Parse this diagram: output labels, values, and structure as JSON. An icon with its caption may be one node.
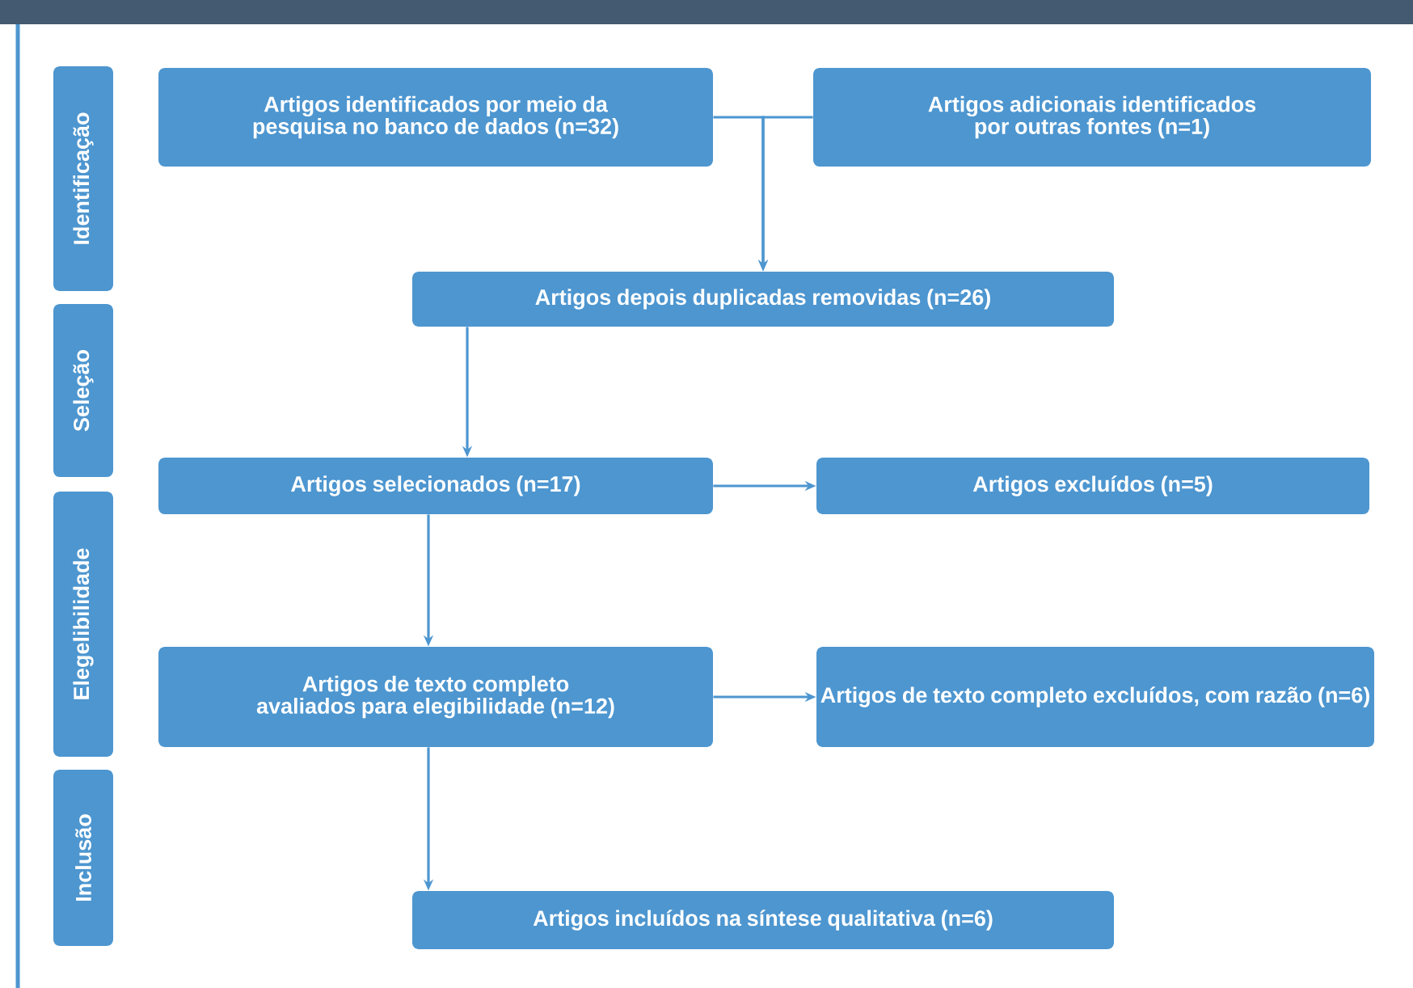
{
  "diagram": {
    "nodes": [
      {
        "text": [
          "Identificação"
        ]
      },
      {
        "text": [
          "Seleção"
        ]
      },
      {
        "text": [
          "Elegelibilidade"
        ]
      },
      {
        "text": [
          "Inclusão"
        ]
      },
      {
        "text": [
          "Artigos identificados por meio da pesquisa no banco de dados (n=32)"
        ]
      },
      {
        "text": [
          "Artigos adicionais identificados por outras fontes (n=1)"
        ]
      },
      {
        "text": [
          "Artigos depois duplicadas removidas (n=26)"
        ]
      },
      {
        "text": [
          "Artigos selecionados (n=17)"
        ]
      },
      {
        "text": [
          "Artigos excluídos (n=5)"
        ]
      },
      {
        "text": [
          "Artigos de texto completo avaliados para elegibilidade (n=12)"
        ]
      },
      {
        "text": [
          "Artigos de texto completo excluídos, com razão (n=6)"
        ]
      },
      {
        "text": [
          "Artigos incluídos na síntese qualitativa (n=6)"
        ]
      }
    ],
    "edges": [
      {
        "from": 4,
        "to": 6,
        "arrow": "to"
      },
      {
        "from": 5,
        "to": 6,
        "arrow": "to"
      },
      {
        "from": 6,
        "to": 7,
        "arrow": "to"
      },
      {
        "from": 7,
        "to": 8,
        "arrow": "to"
      },
      {
        "from": 7,
        "to": 9,
        "arrow": "to"
      },
      {
        "from": 9,
        "to": 10,
        "arrow": "to"
      },
      {
        "from": 9,
        "to": 11,
        "arrow": "to"
      }
    ]
  }
}
